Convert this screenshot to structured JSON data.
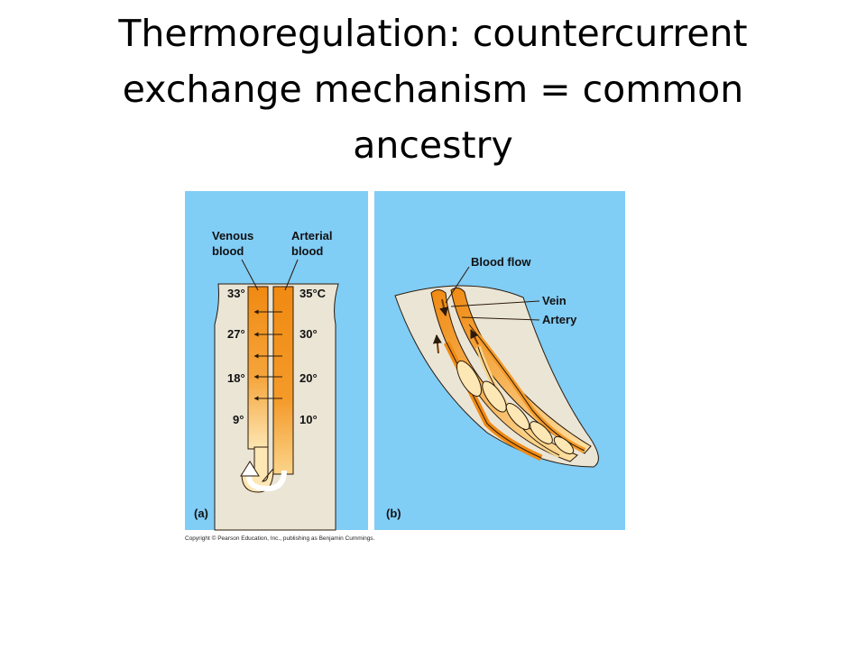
{
  "title": "Thermoregulation: countercurrent exchange mechanism = common ancestry",
  "colors": {
    "sky": "#80cdf6",
    "tissue": "#ebe5d6",
    "blood_orange": "#f08a12",
    "blood_light": "#fde7b4",
    "outline": "#2a1a0a"
  },
  "panel_a": {
    "venous_label_1": "Venous",
    "venous_label_2": "blood",
    "arterial_label_1": "Arterial",
    "arterial_label_2": "blood",
    "venous_temps": [
      "33°",
      "27°",
      "18°",
      "9°"
    ],
    "arterial_temps": [
      "35°C",
      "30°",
      "20°",
      "10°"
    ],
    "panel_label": "(a)"
  },
  "panel_b": {
    "blood_flow_label": "Blood flow",
    "vein_label": "Vein",
    "artery_label": "Artery",
    "panel_label": "(b)"
  },
  "copyright": "Copyright © Pearson Education, Inc., publishing as Benjamin Cummings."
}
